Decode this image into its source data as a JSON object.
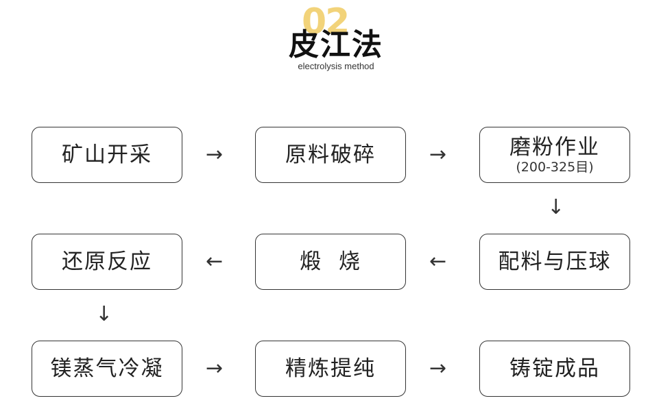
{
  "header": {
    "number": "02",
    "title": "皮江法",
    "subtitle": "electrolysis method"
  },
  "steps": [
    {
      "label": "矿山开采",
      "sub": ""
    },
    {
      "label": "原料破碎",
      "sub": ""
    },
    {
      "label": "磨粉作业",
      "sub": "(200-325目)"
    },
    {
      "label": "配料与压球",
      "sub": ""
    },
    {
      "label": "煅  烧",
      "sub": ""
    },
    {
      "label": "还原反应",
      "sub": ""
    },
    {
      "label": "镁蒸气冷凝",
      "sub": ""
    },
    {
      "label": "精炼提纯",
      "sub": ""
    },
    {
      "label": "铸锭成品",
      "sub": ""
    }
  ],
  "arrows": {
    "right": "→",
    "left": "←",
    "down": "↓"
  },
  "colors": {
    "accent_number": "#f2d37a",
    "border": "#333333",
    "text": "#222222"
  }
}
